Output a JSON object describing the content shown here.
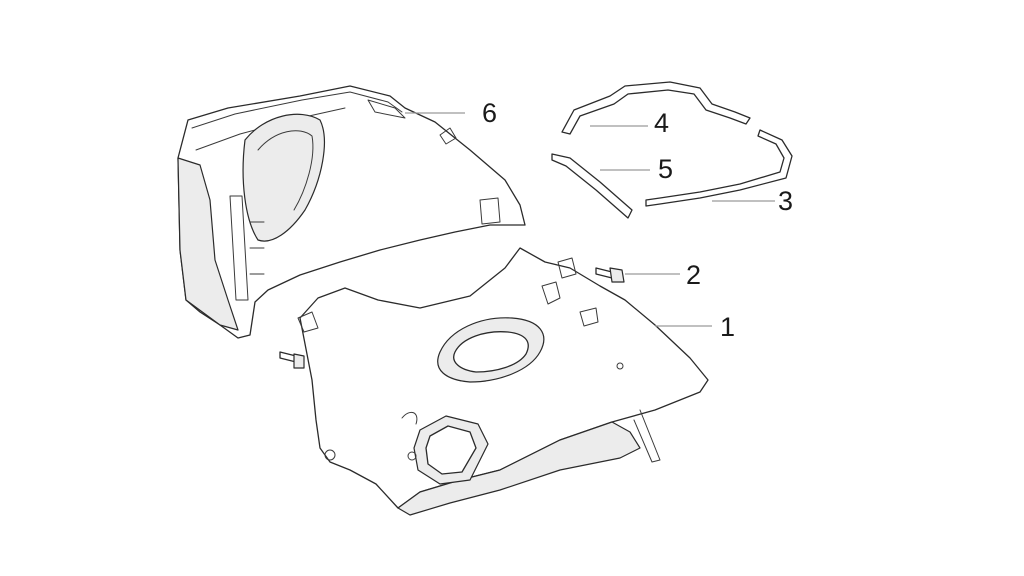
{
  "diagram": {
    "callouts": [
      {
        "label": "1",
        "part": "lower-cover"
      },
      {
        "label": "2",
        "part": "screw-right"
      },
      {
        "label": "3",
        "part": "seal-strip-lower"
      },
      {
        "label": "4",
        "part": "seal-strip-upper"
      },
      {
        "label": "5",
        "part": "seal-strip-short"
      },
      {
        "label": "6",
        "part": "upper-cover"
      }
    ],
    "colors": {
      "line": "#2b2b2b",
      "leader": "#9a9a9a",
      "background": "#ffffff"
    }
  }
}
